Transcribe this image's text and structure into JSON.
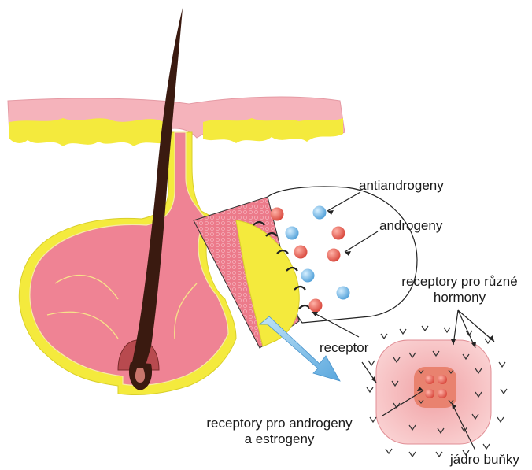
{
  "labels": {
    "antiandrogeny": "antiandrogeny",
    "androgeny": "androgeny",
    "receptory_hormony_line1": "receptory pro různé",
    "receptory_hormony_line2": "hormony",
    "receptor": "receptor",
    "receptory_androgeny_line1": "receptory pro androgeny",
    "receptory_androgeny_line2": "a estrogeny",
    "jadro": "jádro buňky"
  },
  "colors": {
    "skin_pink": "#f2a3ac",
    "gland_pink": "#ef7d8c",
    "sebum_yellow": "#f5ec3a",
    "hair_dark": "#3a1a10",
    "androgen_red": "#e6574a",
    "antiandrogen_blue": "#6fb7e6",
    "arrow_blue": "#7cc4ec",
    "cell_pink": "#f7b6b8",
    "nucleus": "#e9826f"
  }
}
